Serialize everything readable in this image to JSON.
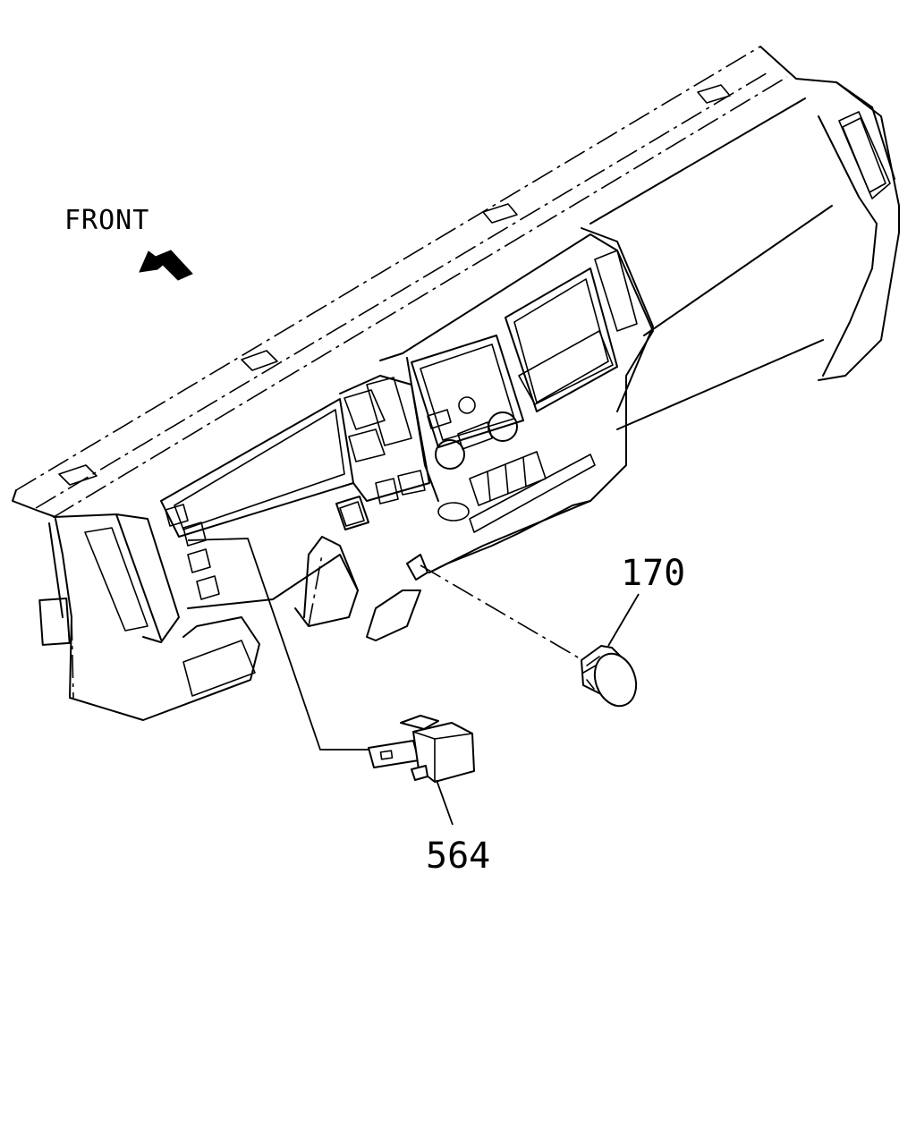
{
  "orientation": {
    "label": "FRONT",
    "icon": "arrow-up-left-icon"
  },
  "parts": [
    {
      "number": "170"
    },
    {
      "number": "564"
    }
  ]
}
